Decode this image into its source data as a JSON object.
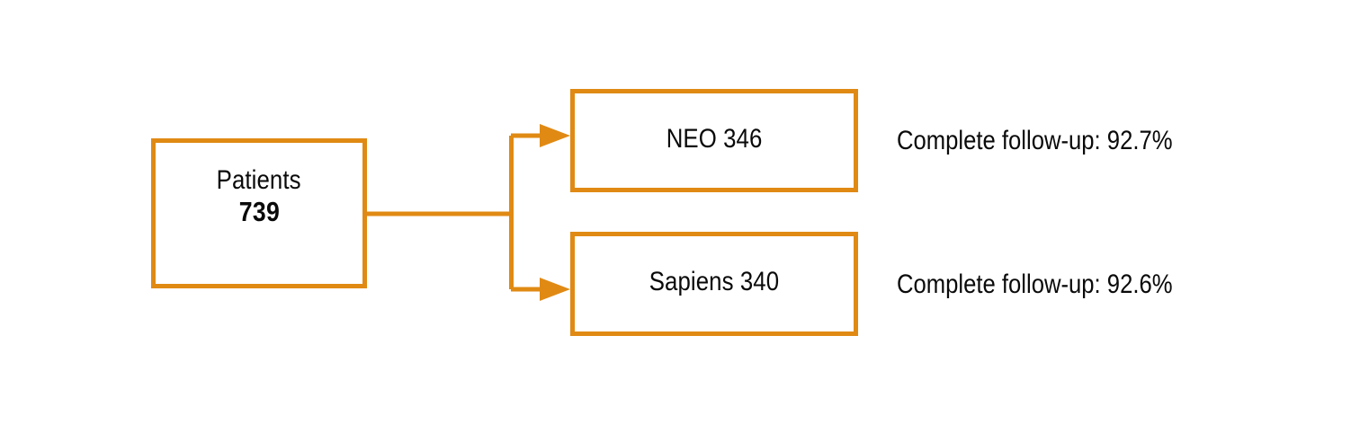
{
  "diagram": {
    "type": "flowchart",
    "orientation": "left-to-right",
    "accent_color": "#e08a14",
    "text_color": "#0a0a0a",
    "background_color": "#ffffff",
    "nodes": [
      {
        "id": "patients",
        "label": "Patients",
        "value": "739",
        "role": "root"
      },
      {
        "id": "neo",
        "label": "NEO 346",
        "role": "branch"
      },
      {
        "id": "sapiens",
        "label": "Sapiens 340",
        "role": "branch"
      }
    ],
    "annotations": [
      {
        "id": "neo-followup",
        "text": "Complete follow-up: 92.7%",
        "attached_to": "neo"
      },
      {
        "id": "sapiens-followup",
        "text": "Complete follow-up: 92.6%",
        "attached_to": "sapiens"
      }
    ],
    "edges": [
      {
        "from": "patients",
        "to": "neo",
        "marker": "arrow"
      },
      {
        "from": "patients",
        "to": "sapiens",
        "marker": "arrow"
      }
    ]
  }
}
